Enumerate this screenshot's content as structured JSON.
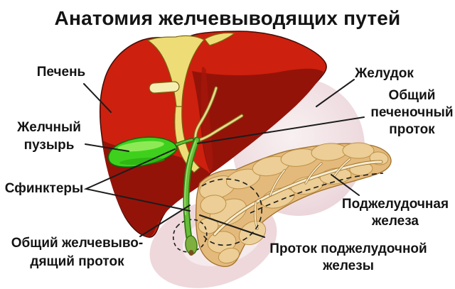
{
  "title": "Анатомия желчевыводящих путей",
  "labels": {
    "liver": "Печень",
    "stomach": "Желудок",
    "common_hepatic_duct": {
      "line1": "Общий",
      "line2": "печеночный",
      "line3": "проток"
    },
    "gallbladder": {
      "line1": "Желчный",
      "line2": "пузырь"
    },
    "sphincters": "Сфинктеры",
    "common_bile_duct": {
      "line1": "Общий желчевыво-",
      "line2": "дящий проток"
    },
    "pancreas": {
      "line1": "Поджелудочная",
      "line2": "железа"
    },
    "pancreatic_duct": {
      "line1": "Проток поджелудочной",
      "line2": "железы"
    }
  },
  "colors": {
    "background": "#ffffff",
    "text": "#141414",
    "pointer_line": "#1c1c1c",
    "liver_red": "#ce200e",
    "liver_dark": "#941309",
    "liver_shade": "#a5160b",
    "ligament_yellow": "#eedd76",
    "ligament_edge": "#786612",
    "gallbladder_green": "#3fd01d",
    "gallbladder_edge": "#10660a",
    "bile_duct_green": "#68bd38",
    "bile_duct_dark": "#2e7a10",
    "hepatic_duct_cream": "#e8d88c",
    "pancreas_tan": "#e4ba7c",
    "pancreas_lobule": "#edd098",
    "pancreas_edge": "#a0702c",
    "pancreas_duct_cream": "#f7ecd0",
    "stomach_pink": "#eedbdf",
    "stomach_pink_light": "#f8f0f1",
    "duodenum_pink": "#eed8db",
    "duodenum_pink_light": "#f6ebec"
  }
}
